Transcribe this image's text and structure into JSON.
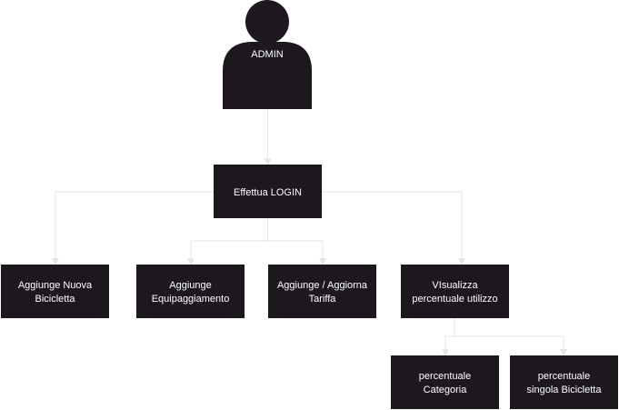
{
  "diagram": {
    "colors": {
      "node_fill": "#1c181e",
      "node_text": "#ffffff",
      "connector": "#e6e6e6",
      "background": "#ffffff"
    },
    "actor": {
      "label": "ADMIN",
      "icon": "user-silhouette-icon"
    },
    "nodes": {
      "login": [
        "Effettua LOGIN"
      ],
      "add_bike": [
        "Aggiunge Nuova",
        "Bicicletta"
      ],
      "add_equipment": [
        "Aggiunge",
        "Equipaggiamento"
      ],
      "add_tariff": [
        "Aggiunge / Aggiorna",
        "Tariffa"
      ],
      "view_usage": [
        "VIsualizza",
        "percentuale utilizzo"
      ],
      "pct_category": [
        "percentuale",
        "Categoria"
      ],
      "pct_single_bike": [
        "percentuale",
        "singola Bicicletta"
      ]
    }
  }
}
